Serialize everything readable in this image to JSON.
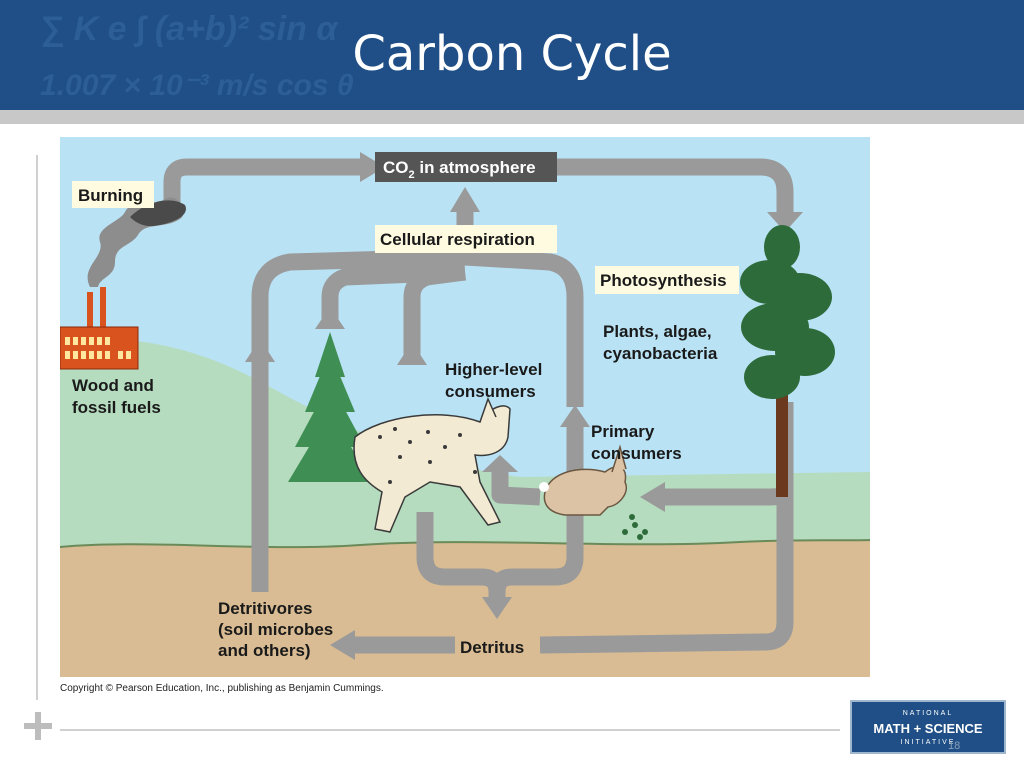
{
  "slide": {
    "title": "Carbon Cycle",
    "page_number": "18"
  },
  "diagram": {
    "labels": {
      "co2_prefix": "CO",
      "co2_sub": "2",
      "co2_suffix": " in atmosphere",
      "burning": "Burning",
      "cellular_respiration": "Cellular respiration",
      "photosynthesis": "Photosynthesis",
      "plants_line1": "Plants, algae,",
      "plants_line2": "cyanobacteria",
      "higher_line1": "Higher-level",
      "higher_line2": "consumers",
      "primary_line1": "Primary",
      "primary_line2": "consumers",
      "wood_line1": "Wood and",
      "wood_line2": "fossil fuels",
      "detritivores_line1": "Detritivores",
      "detritivores_line2": "(soil microbes",
      "detritivores_line3": "and others)",
      "detritus": "Detritus"
    },
    "colors": {
      "sky": "#b9e2f4",
      "hill": "#b6dcbf",
      "ground": "#d9bc93",
      "arrow": "#9a9a9a",
      "label_box": "#fffbe0",
      "co2_box": "#555555",
      "tree": "#2e6b3a",
      "small_tree": "#3f8f55"
    },
    "copyright": "Copyright © Pearson Education, Inc., publishing as Benjamin Cummings."
  },
  "logo": {
    "top": "NATIONAL",
    "middle": "MATH + SCIENCE",
    "bottom": "INITIATIVE"
  }
}
